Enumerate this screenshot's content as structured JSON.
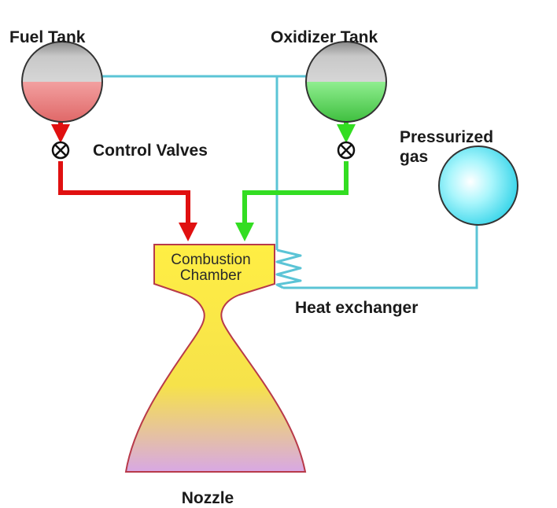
{
  "labels": {
    "fuel_tank": "Fuel Tank",
    "oxidizer_tank": "Oxidizer Tank",
    "control_valves": "Control Valves",
    "pressurized_gas_line1": "Pressurized",
    "pressurized_gas_line2": "gas",
    "combustion_chamber_line1": "Combustion",
    "combustion_chamber_line2": "Chamber",
    "heat_exchanger": "Heat exchanger",
    "nozzle": "Nozzle"
  },
  "colors": {
    "fuel_line": "#e01010",
    "oxidizer_line": "#33dd22",
    "gas_line": "#5bc4d6",
    "fuel_liquid": "#f08a8a",
    "oxidizer_liquid": "#78e078",
    "pressurized_gas": "#7ef0f8",
    "chamber_fill": "#ffee44",
    "nozzle_bottom": "#d9a8e0",
    "chamber_outline": "#c03030",
    "heat_exchanger_coil": "#5bc4d6"
  },
  "icons": {
    "valve": "valve-icon",
    "heat_exchanger": "heat-exchanger-coil"
  }
}
